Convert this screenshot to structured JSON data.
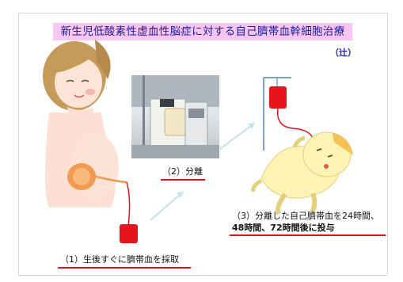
{
  "title": "新生児低酸素性虚血性脳症に対する自己臍帯血幹細胞治療",
  "author": "（辻）",
  "steps": {
    "step1": "（1）生後すぐに臍帯血を採取",
    "step2": "（2）分離",
    "step3_line1": "（3）分離した自己臍帯血を24時間、",
    "step3_line2": "48時間、72時間後に投与"
  },
  "colors": {
    "accent_red": "#e0141c",
    "title_bg": "#f7c6f3",
    "title_text": "#1a1aa0",
    "arrow": "#bfe3ea"
  }
}
